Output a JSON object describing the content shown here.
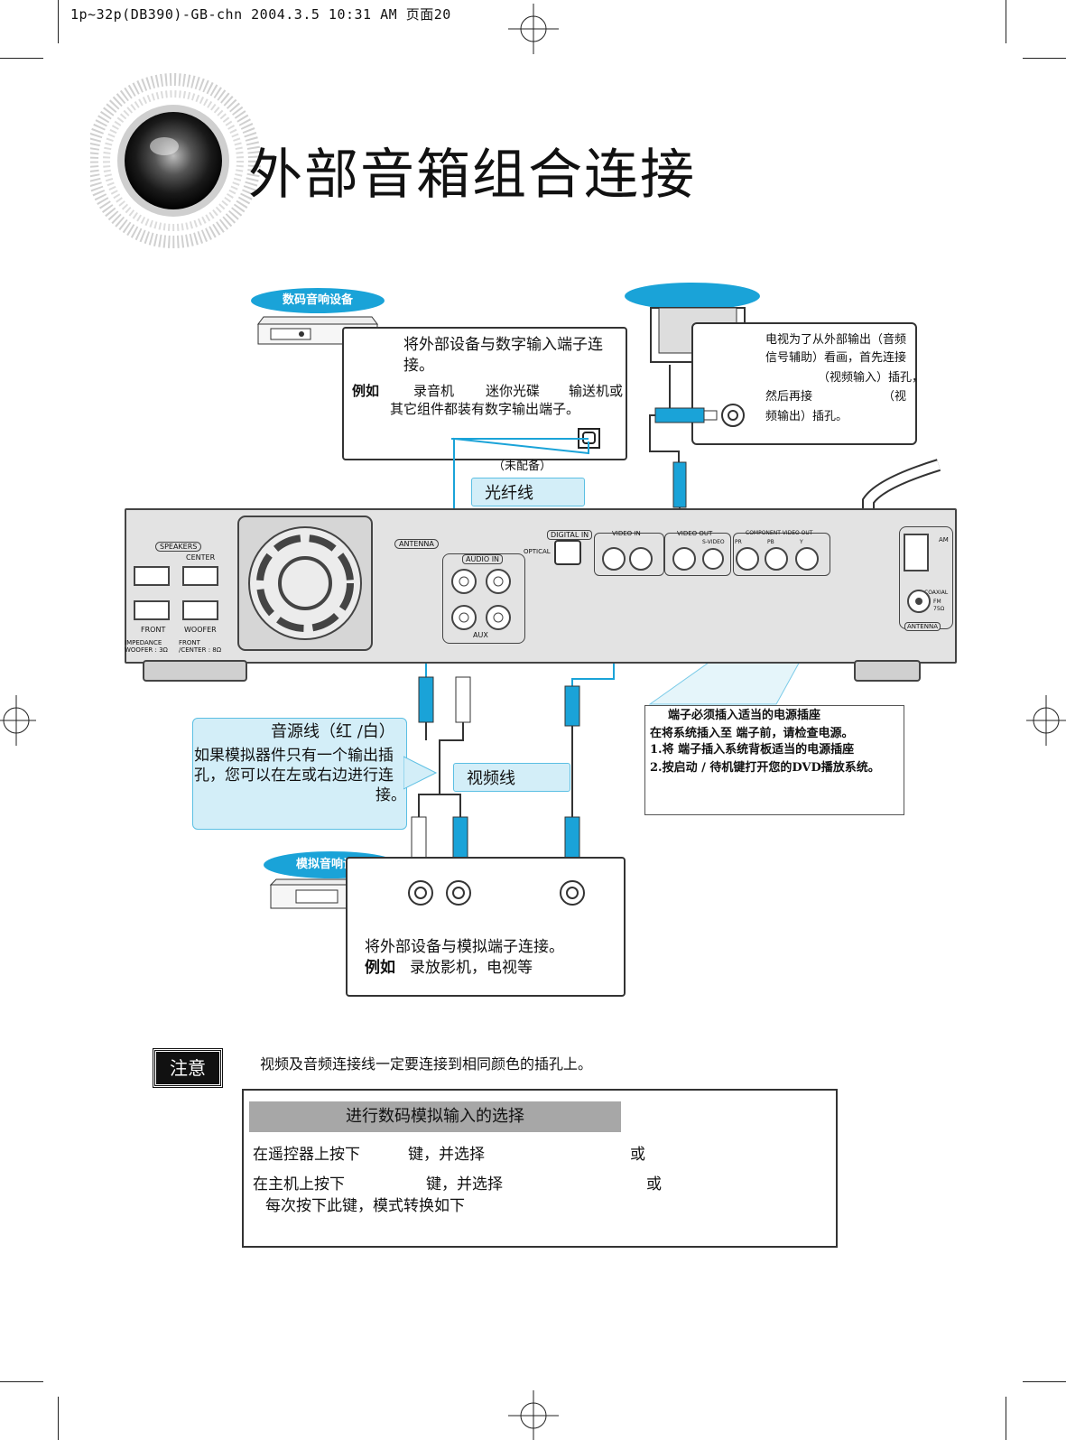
{
  "header": {
    "print_info": "1p~32p(DB390)-GB-chn  2004.3.5 10:31 AM  页面20"
  },
  "page_title": "外部音箱组合连接",
  "digital_device": {
    "label": "数码音响设备",
    "line1": "将外部设备与数字输入端子连",
    "line2": "接。",
    "example_tag": "例如",
    "example_items": [
      "录音机",
      "迷你光碟",
      "输送机或"
    ],
    "example_line2": "其它组件都装有数字输出端子。"
  },
  "tv_box": {
    "lines": [
      "电视为了从外部输出（音频",
      "信号辅助）看画，首先连接",
      "（视频输入）插孔，",
      "然后再接",
      "（视",
      "频输出）插孔。"
    ]
  },
  "optical": {
    "not_included": "（未配备）",
    "cable_label": "光纤线"
  },
  "unit_labels": {
    "speakers": "SPEAKERS",
    "center": "CENTER",
    "front": "FRONT",
    "woofer": "WOOFER",
    "impedance": "IMPEDANCE WOOFER : 3Ω",
    "front_center": "FRONT /CENTER : 8Ω",
    "antenna": "ANTENNA",
    "digital_in": "DIGITAL IN",
    "optical": "OPTICAL",
    "audio_in": "AUDIO IN",
    "aux": "AUX",
    "video_in": "VIDEO IN",
    "video_out": "VIDEO OUT",
    "s_video": "S-VIDEO",
    "component": "COMPONENT VIDEO OUT",
    "pr": "PR",
    "pb": "PB",
    "y": "Y",
    "am": "AM",
    "coaxial": "COAXIAL",
    "fm": "FM 75Ω",
    "antenna2": "ANTENNA"
  },
  "audio_callout": {
    "title": "音源线（红 /白）",
    "lines": [
      "如果模拟器件只有一个输出插",
      "孔，您可以在左或右边进行连",
      "接。"
    ]
  },
  "video_label": "视频线",
  "power_box": {
    "lines": [
      "端子必须插入适当的电源插座",
      "在将系统插入至    端子前，请检查电源。",
      "1.将    端子插入系统背板适当的电源插座",
      "2.按启动 / 待机键打开您的DVD播放系统。"
    ]
  },
  "analog_device": {
    "label": "模拟音响设备",
    "line1": "将外部设备与模拟端子连接。",
    "example_tag": "例如",
    "example_text": "录放影机，电视等"
  },
  "note": {
    "tag": "注意",
    "text": "视频及音频连接线一定要连接到相同颜色的插孔上。"
  },
  "selection": {
    "heading": "进行数码模拟输入的选择",
    "row1_a": "在遥控器上按下",
    "row1_b": "键，并选择",
    "row1_c": "或",
    "row2_a": "在主机上按下",
    "row2_b": "键，并选择",
    "row2_c": "或",
    "row3": "每次按下此键，模式转换如下"
  },
  "colors": {
    "accent": "#1aa3d8",
    "callout_bg": "#d3eef8",
    "panel": "#e3e3e3"
  }
}
